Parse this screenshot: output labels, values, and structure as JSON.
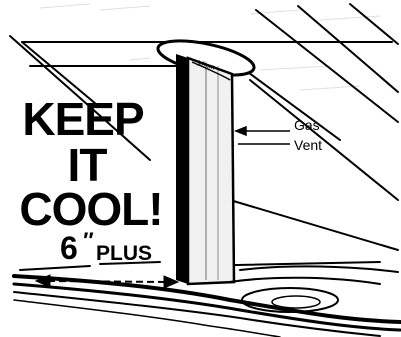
{
  "headline": {
    "line1": "KEEP",
    "line2": "IT",
    "line3": "COOL!"
  },
  "distance": {
    "value": "6",
    "mark": "″",
    "unit": "PLUS"
  },
  "callout": {
    "line1": "Gas",
    "line2": "Vent"
  },
  "colors": {
    "ink": "#000000",
    "paper": "#ffffff",
    "vent_fill": "#f1f1f1"
  }
}
